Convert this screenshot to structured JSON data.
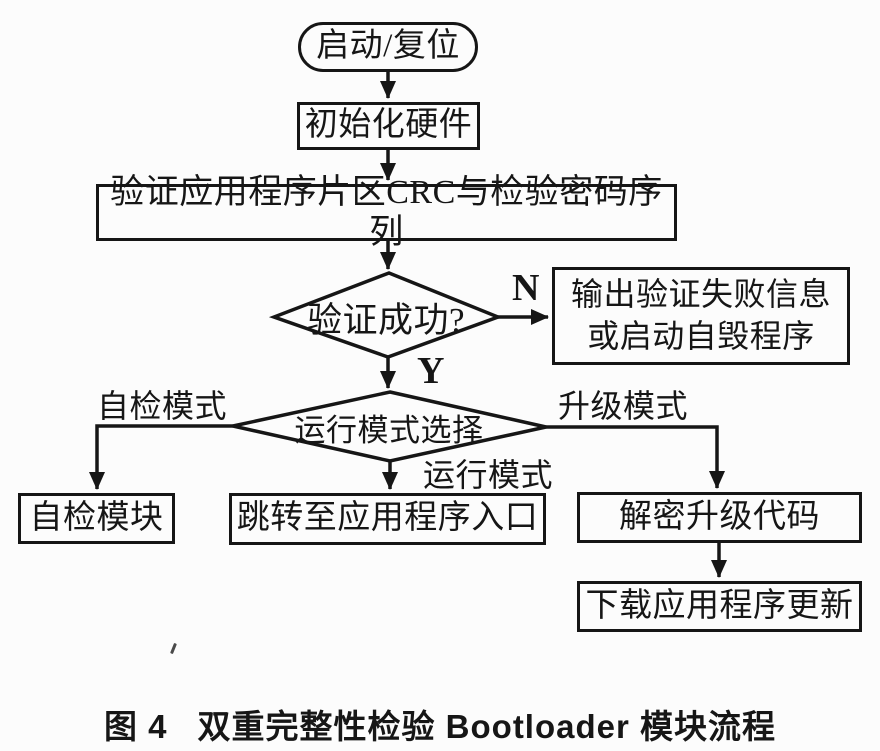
{
  "colors": {
    "ink": "#161616",
    "paper": "#fcfcfc"
  },
  "figure_caption": {
    "prefix": "图 4",
    "title": "双重完整性检验 Bootloader 模块流程"
  },
  "flowchart": {
    "nodes": {
      "start": {
        "shape": "oval",
        "label": "启动/复位"
      },
      "init_hw": {
        "shape": "rect",
        "label": "初始化硬件"
      },
      "verify_crc": {
        "shape": "rect",
        "label": "验证应用程序片区CRC与检验密码序列"
      },
      "verify_ok": {
        "shape": "diamond",
        "label": "验证成功?"
      },
      "verify_fail": {
        "shape": "rect",
        "line1": "输出验证失败信息",
        "line2": "或启动自毁程序"
      },
      "mode_select": {
        "shape": "diamond",
        "label": "运行模式选择"
      },
      "self_test": {
        "shape": "rect",
        "label": "自检模块"
      },
      "jump_app": {
        "shape": "rect",
        "label": "跳转至应用程序入口"
      },
      "decrypt": {
        "shape": "rect",
        "label": "解密升级代码"
      },
      "download": {
        "shape": "rect",
        "label": "下载应用程序更新"
      }
    },
    "edge_labels": {
      "no": "N",
      "yes": "Y",
      "self_test_mode": "自检模式",
      "run_mode": "运行模式",
      "upgrade_mode": "升级模式"
    }
  }
}
